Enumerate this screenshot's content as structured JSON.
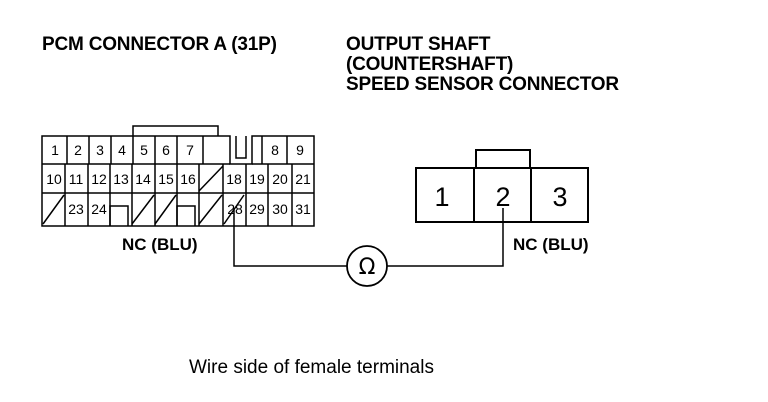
{
  "titles": {
    "pcm_connector": "PCM CONNECTOR A (31P)",
    "sensor_line1": "OUTPUT SHAFT",
    "sensor_line2": "(COUNTERSHAFT)",
    "sensor_line3": "SPEED SENSOR CONNECTOR"
  },
  "pcm_pins": {
    "row1": [
      "1",
      "2",
      "3",
      "4",
      "5",
      "6",
      "7",
      "8",
      "9"
    ],
    "row2": [
      "10",
      "11",
      "12",
      "13",
      "14",
      "15",
      "16",
      "18",
      "19",
      "20",
      "21"
    ],
    "row3": [
      "23",
      "24",
      "28",
      "29",
      "30",
      "31"
    ]
  },
  "sensor_pins": [
    "1",
    "2",
    "3"
  ],
  "labels": {
    "nc_left": "NC (BLU)",
    "nc_right": "NC (BLU)",
    "ohm_symbol": "Ω",
    "caption": "Wire side of female terminals"
  }
}
